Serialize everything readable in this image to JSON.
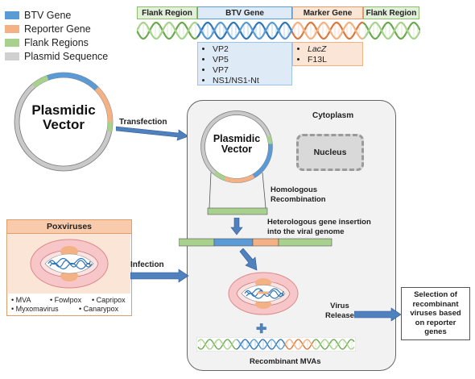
{
  "legend": [
    {
      "label": "BTV Gene",
      "color": "#5b9bd5"
    },
    {
      "label": "Reporter Gene",
      "color": "#f4b183"
    },
    {
      "label": "Flank Regions",
      "color": "#a9d18e"
    },
    {
      "label": "Plasmid Sequence",
      "color": "#d0d0d0"
    }
  ],
  "top_bar": {
    "flank_left": "Flank Region",
    "btv_gene": "BTV Gene",
    "marker_gene": "Marker Gene",
    "flank_right": "Flank Region",
    "btv_items": [
      "VP2",
      "VP5",
      "VP7",
      "NS1/NS1-Nt"
    ],
    "marker_items": [
      "LacZ",
      "F13L"
    ]
  },
  "plasmid_left": "Plasmidic\nVector",
  "plasmid_inner": "Plasmidic\nVector",
  "transfection": "Transfection",
  "cytoplasm": "Cytoplasm",
  "nucleus": "Nucleus",
  "homologous": "Homologous\nRecombination",
  "heterologous": "Heterologous gene insertion\ninto the viral genome",
  "poxviruses": {
    "title": "Poxviruses",
    "items": [
      "MVA",
      "Fowlpox",
      "Capripox",
      "Myxomavirus",
      "Canarypox"
    ]
  },
  "infection": "Infection",
  "virus_release": "Virus\nRelease",
  "recombinant": "Recombinant MVAs",
  "selection": "Selection of\nrecombinant\nviruses based\non reporter\ngenes",
  "colors": {
    "btv": "#5b9bd5",
    "reporter": "#f4b183",
    "flank": "#a9d18e",
    "plasmid": "#d0d0d0",
    "arrow": "#4f81bd",
    "virus_outer": "#f7c6c8",
    "virus_core": "#f4b183",
    "dna_blue": "#2e75b6"
  }
}
